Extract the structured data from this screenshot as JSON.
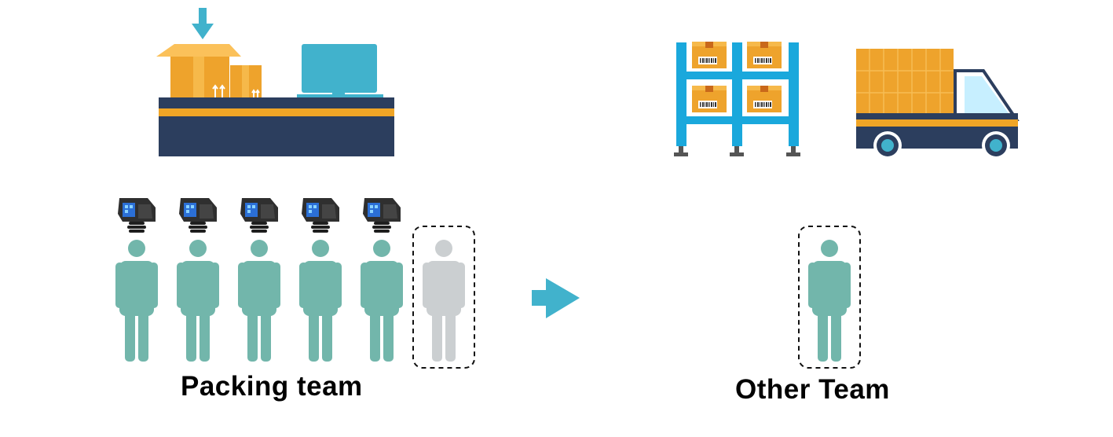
{
  "labels": {
    "packing_team": "Packing team",
    "other_team": "Other Team"
  },
  "counts": {
    "packing_workers_with_scanners": 5,
    "packing_worker_moving": 1,
    "other_team_workers": 1
  },
  "colors": {
    "person": "#72b6ab",
    "person_moving": "#cbcfd1",
    "navy": "#2c3e5e",
    "orange_stripe": "#f0a526",
    "box": "#eea32c",
    "box_light": "#fbc15a",
    "cyan": "#41b2cc",
    "rack_blue": "#1aa8dc",
    "scanner": "#2f2f2f",
    "scanner_screen": "#2b6fd6"
  },
  "icons": {
    "packing_station": "packing-station-icon",
    "warehouse_rack": "warehouse-rack-icon",
    "delivery_truck": "delivery-truck-icon",
    "ring_scanner": "ring-scanner-icon",
    "person": "person-icon",
    "transfer_arrow": "arrow-right-icon"
  }
}
